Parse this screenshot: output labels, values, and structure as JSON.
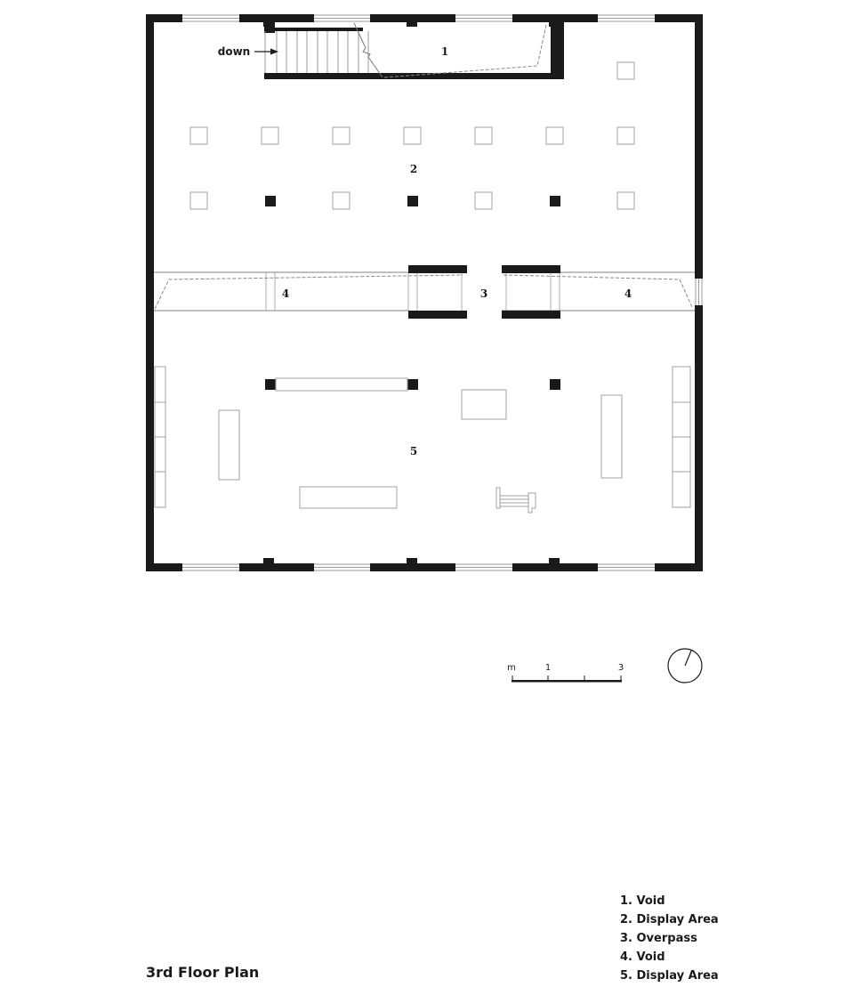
{
  "drawing": {
    "title": "3rd Floor Plan",
    "stair_label": "down",
    "room_numbers": {
      "r1": "1",
      "r2": "2",
      "r3": "3",
      "r4_left": "4",
      "r4_right": "4",
      "r5": "5"
    },
    "legend": [
      "1. Void",
      "2. Display Area",
      "3. Overpass",
      "4. Void",
      "5. Display Area"
    ],
    "scale_bar": {
      "unit": "m",
      "ticks": [
        "1",
        "3"
      ]
    },
    "north_arrow": "north-indicator",
    "colors": {
      "wall": "#1a1a1a",
      "thin_line": "#9a9a9a",
      "dashed_line": "#8a8a8a",
      "background": "#ffffff"
    }
  }
}
